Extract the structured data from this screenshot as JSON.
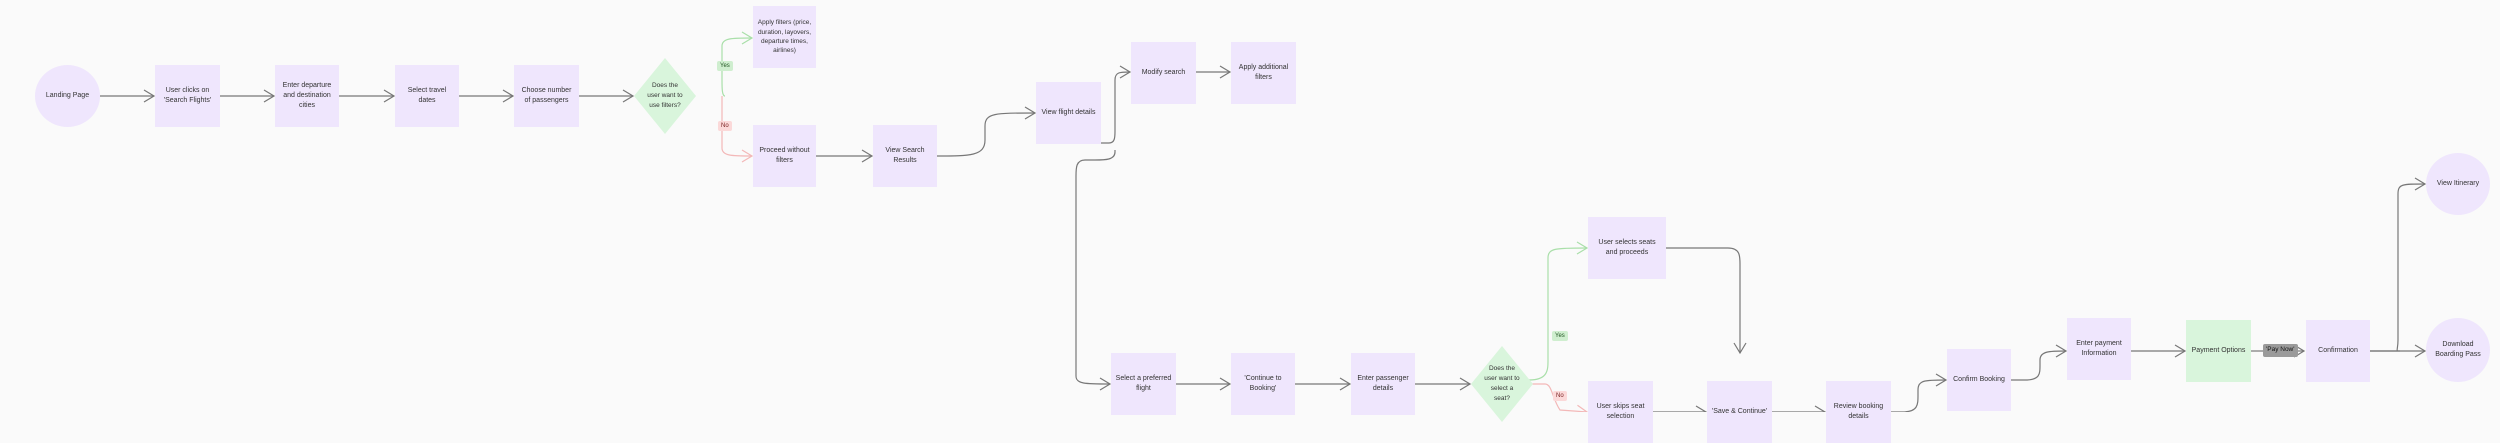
{
  "nodes": {
    "landing_page": "Landing Page",
    "search_flights": "User clicks on 'Search Flights'",
    "enter_destinations": "Enter departure and destination cities",
    "select_dates": "Select travel dates",
    "choose_passengers": "Choose number of passengers",
    "filters_question": "Does the user want to use filters?",
    "apply_filters": "Apply filters (price, duration, layovers, departure times, airlines)",
    "proceed_without_filters": "Proceed without filters",
    "view_search_results": "View Search Results",
    "view_flight_details": "View flight details",
    "modify_search": "Modify search",
    "apply_additional_filters": "Apply additional filters",
    "select_preferred_flight": "Select a preferred flight",
    "continue_to_booking": "'Continue to Booking'",
    "enter_passenger_details": "Enter passenger details",
    "seat_question": "Does the user want to select a seat?",
    "select_seats": "User selects seats and proceeds",
    "skip_seat": "User skips seat selection",
    "save_continue": "'Save & Continue'",
    "review_booking": "Review booking details",
    "confirm_booking": "Confirm Booking",
    "enter_payment": "Enter payment Information",
    "payment_options": "Payment Options",
    "confirmation": "Confirmation",
    "view_itinerary": "View Itinerary",
    "download_boarding": "Download Boarding Pass"
  },
  "labels": {
    "yes": "Yes",
    "no": "No",
    "pay_now": "'Pay Now'"
  },
  "colors": {
    "node_purple": "#efe6fd",
    "node_green": "#d9f5dc",
    "yes_path": "#a9dfa9",
    "no_path": "#f3b8b8",
    "connector": "#777777"
  }
}
